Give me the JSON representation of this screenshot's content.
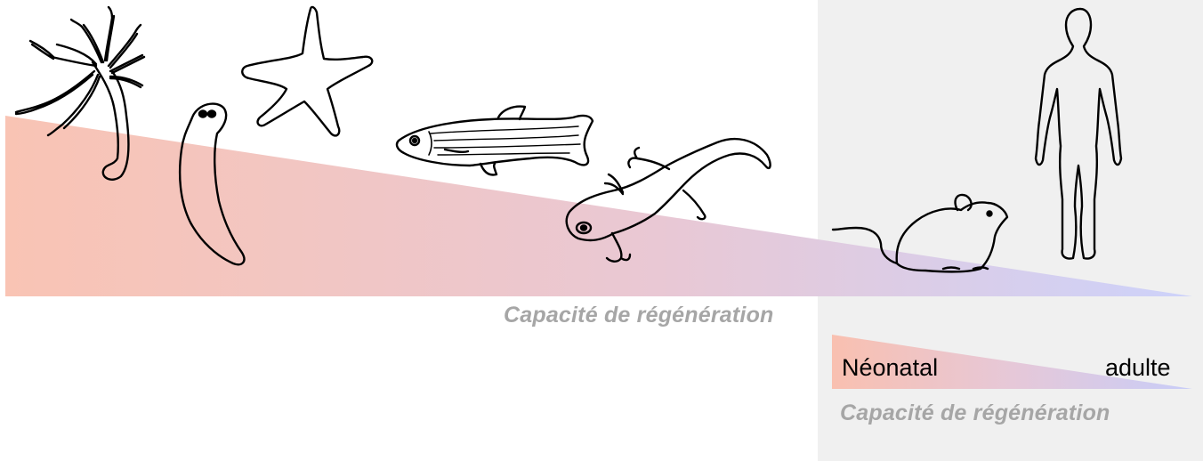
{
  "diagram": {
    "main_axis_label": "Capacité de régénération",
    "inset_axis_label": "Capacité de régénération",
    "inset_left_label": "Néonatal",
    "inset_right_label": "adulte"
  },
  "colors": {
    "gradient_start": "#f9c4b4",
    "gradient_end": "#cdd2fa",
    "panel_background": "#f0f0f0",
    "axis_label": "#a6a6a6"
  },
  "organisms": [
    "hydra-icon",
    "planarian-icon",
    "starfish-icon",
    "zebrafish-icon",
    "salamander-icon",
    "mouse-icon",
    "human-icon"
  ]
}
